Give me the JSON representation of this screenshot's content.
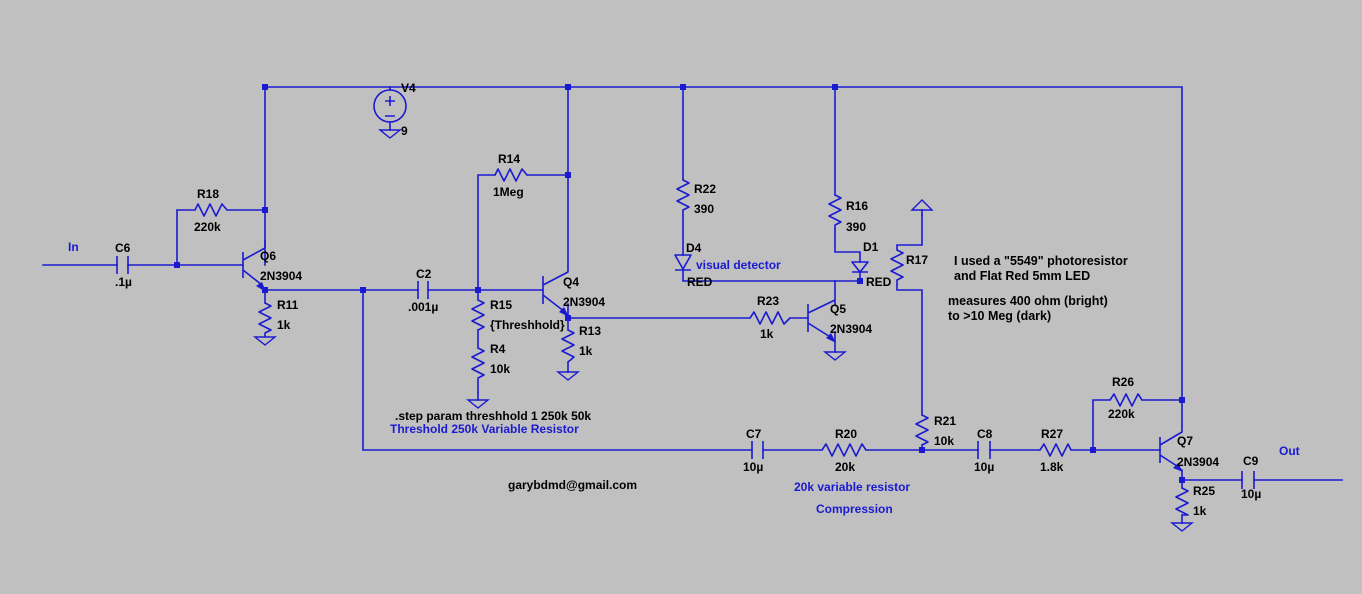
{
  "components": {
    "c6": {
      "ref": "C6",
      "value": ".1µ"
    },
    "r18": {
      "ref": "R18",
      "value": "220k"
    },
    "q6": {
      "ref": "Q6",
      "model": "2N3904"
    },
    "r11": {
      "ref": "R11",
      "value": "1k"
    },
    "v4": {
      "ref": "V4",
      "value": "9"
    },
    "c2": {
      "ref": "C2",
      "value": ".001µ"
    },
    "r14": {
      "ref": "R14",
      "value": "1Meg"
    },
    "r15": {
      "ref": "R15",
      "value": "{Threshhold}"
    },
    "r4": {
      "ref": "R4",
      "value": "10k"
    },
    "q4": {
      "ref": "Q4",
      "model": "2N3904"
    },
    "r13": {
      "ref": "R13",
      "value": "1k"
    },
    "r22": {
      "ref": "R22",
      "value": "390"
    },
    "d4": {
      "ref": "D4",
      "value": "RED",
      "desc": "visual detector"
    },
    "r23": {
      "ref": "R23",
      "value": "1k"
    },
    "q5": {
      "ref": "Q5",
      "model": "2N3904"
    },
    "r16": {
      "ref": "R16",
      "value": "390"
    },
    "d1": {
      "ref": "D1",
      "value": "RED"
    },
    "r17": {
      "ref": "R17"
    },
    "r21": {
      "ref": "R21",
      "value": "10k"
    },
    "c7": {
      "ref": "C7",
      "value": "10µ"
    },
    "r20": {
      "ref": "R20",
      "value": "20k"
    },
    "c8": {
      "ref": "C8",
      "value": "10µ"
    },
    "r27": {
      "ref": "R27",
      "value": "1.8k"
    },
    "r26": {
      "ref": "R26",
      "value": "220k"
    },
    "q7": {
      "ref": "Q7",
      "model": "2N3904"
    },
    "r25": {
      "ref": "R25",
      "value": "1k"
    },
    "c9": {
      "ref": "C9",
      "value": "10µ"
    }
  },
  "ports": {
    "in": "In",
    "out": "Out"
  },
  "directive": ".step param threshhold 1 250k 50k",
  "comments": {
    "threshold_pot": "Threshold 250k Variable Resistor",
    "compression_pot": "20k variable resistor",
    "compression": "Compression",
    "email": "garybdmd@gmail.com"
  },
  "note": {
    "line1": "I used a \"5549\" photoresistor",
    "line2": "and Flat Red 5mm LED",
    "line3": "measures 400 ohm (bright)",
    "line4": "to >10 Meg (dark)"
  },
  "colors": {
    "background": "#c0c0c0",
    "wire": "#1a1ad0",
    "label": "#000000",
    "comment": "#1a1ad0"
  }
}
